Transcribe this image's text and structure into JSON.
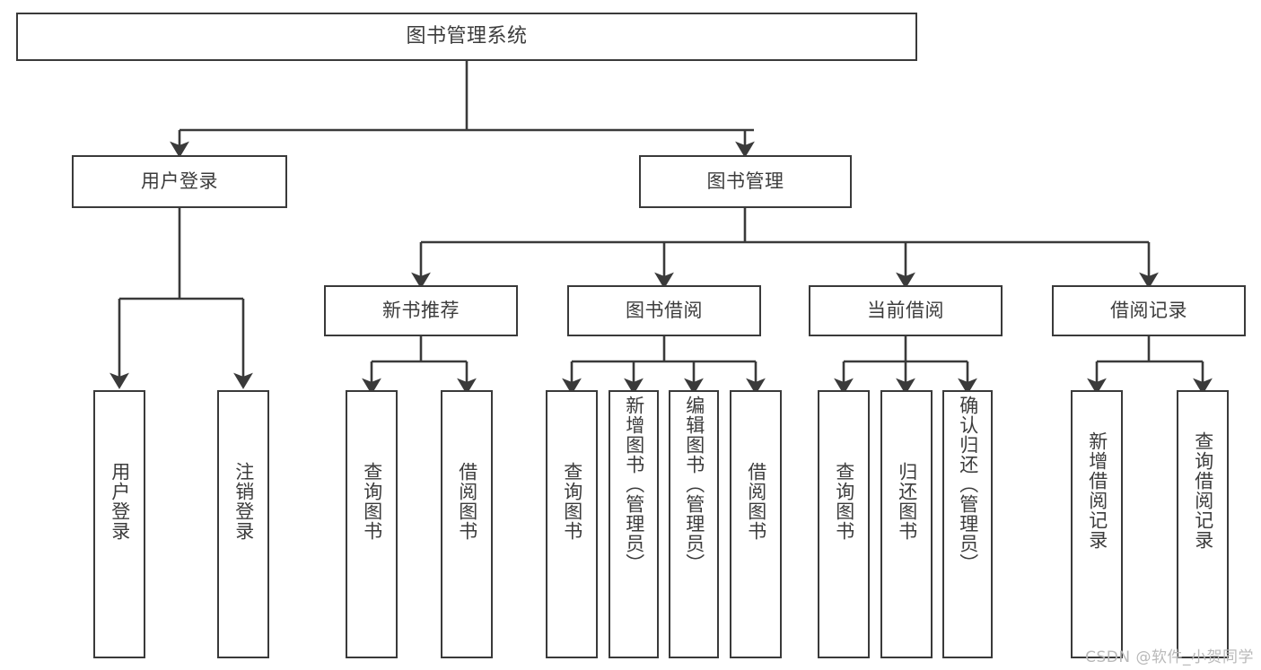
{
  "diagram": {
    "title": "图书管理系统",
    "type": "tree-hierarchy-diagram",
    "colors": {
      "stroke": "#3a3a3a",
      "text": "#3c3c3c",
      "background": "#ffffff",
      "watermark": "#b9b9b9"
    },
    "levels": {
      "level1": {
        "label": "图书管理系统"
      },
      "level2": [
        {
          "label": "用户登录"
        },
        {
          "label": "图书管理"
        }
      ],
      "level3": [
        {
          "label": "新书推荐"
        },
        {
          "label": "图书借阅"
        },
        {
          "label": "当前借阅"
        },
        {
          "label": "借阅记录"
        }
      ],
      "leaves": {
        "user_login": [
          {
            "label": "用户登录"
          },
          {
            "label": "注销登录"
          }
        ],
        "new_book_recommend": [
          {
            "label": "查询图书"
          },
          {
            "label": "借阅图书"
          }
        ],
        "book_borrow": [
          {
            "label": "查询图书"
          },
          {
            "label": "新增图书（管理员）"
          },
          {
            "label": "编辑图书（管理员）"
          },
          {
            "label": "借阅图书"
          }
        ],
        "current_borrow": [
          {
            "label": "查询图书"
          },
          {
            "label": "归还图书"
          },
          {
            "label": "确认归还（管理员）"
          }
        ],
        "borrow_record": [
          {
            "label": "新增借阅记录"
          },
          {
            "label": "查询借阅记录"
          }
        ]
      }
    }
  },
  "watermark": {
    "text": "CSDN @软件_小贺同学"
  }
}
